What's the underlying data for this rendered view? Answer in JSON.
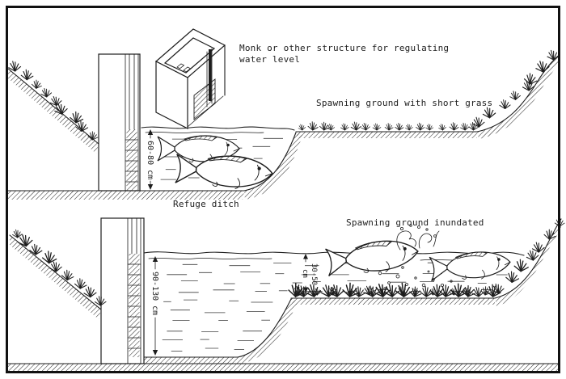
{
  "palette": {
    "ink": "#1d1d1d",
    "paper": "#ffffff"
  },
  "labels": {
    "monk_line1": "Monk or other structure for regulating",
    "monk_line2": "water level",
    "spawning_short_grass": "Spawning ground with short grass",
    "refuge_ditch": "Refuge ditch",
    "spawning_inundated": "Spawning ground inundated"
  },
  "measurements": {
    "refuge_ditch_depth": "60-80 cm",
    "pond_water_depth": "90-130 cm",
    "inundation_depth_value": "30-50",
    "inundation_depth_unit": "cm"
  }
}
